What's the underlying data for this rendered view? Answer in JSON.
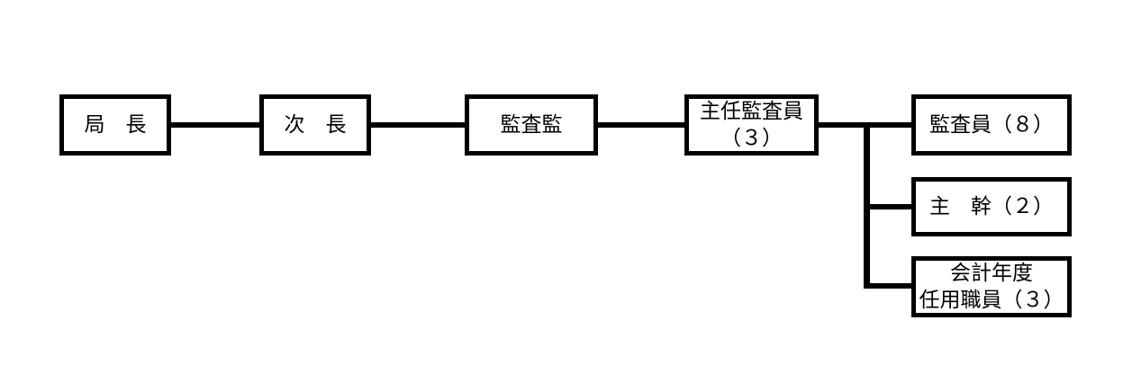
{
  "chart": {
    "type": "org-chart",
    "orientation": "horizontal-left-to-right",
    "background_color": "#ffffff",
    "line_color": "#000000",
    "text_color": "#000000",
    "nodes": [
      {
        "id": "bureau-director",
        "lines": [
          "局　長"
        ],
        "count": null
      },
      {
        "id": "deputy-director",
        "lines": [
          "次　長"
        ],
        "count": null
      },
      {
        "id": "audit-supervisor",
        "lines": [
          "監査監"
        ],
        "count": null
      },
      {
        "id": "chief-auditor",
        "lines": [
          "主任監査員",
          "（３）"
        ],
        "count": "3"
      },
      {
        "id": "auditor",
        "lines": [
          "監査員（８）"
        ],
        "count": "8"
      },
      {
        "id": "senior-officer",
        "lines": [
          "主　幹（２）"
        ],
        "count": "2"
      },
      {
        "id": "fiscal-year-appointed-staff",
        "lines": [
          "会計年度",
          "任用職員（３）"
        ],
        "count": "3"
      }
    ]
  }
}
